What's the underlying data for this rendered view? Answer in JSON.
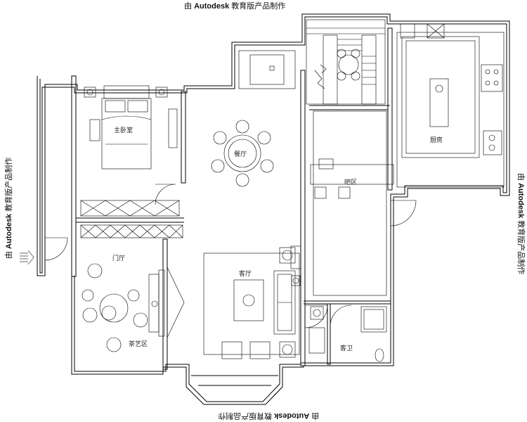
{
  "watermark": {
    "prefix": "由",
    "brand": "Autodesk",
    "suffix": "教育版产品制作"
  },
  "rooms": {
    "master_bedroom": "主卧室",
    "dining": "餐厅",
    "kitchen": "厨房",
    "bar": "吧区",
    "foyer": "门厅",
    "living": "客厅",
    "tea": "茶艺区",
    "guest_bath": "客卫"
  }
}
